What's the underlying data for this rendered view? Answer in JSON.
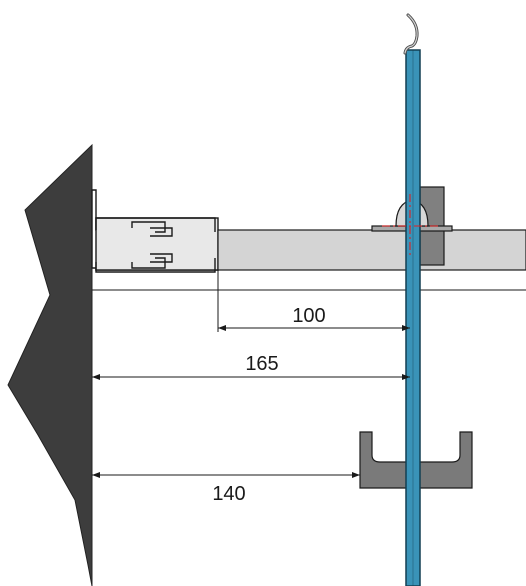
{
  "diagram": {
    "dimensions": [
      {
        "id": "dim-100",
        "label": "100"
      },
      {
        "id": "dim-165",
        "label": "165"
      },
      {
        "id": "dim-140",
        "label": "140"
      }
    ],
    "colors": {
      "wall": "#3d3d3d",
      "bar": "#d4d4d4",
      "bracket": "#7a7a7a",
      "glass": "#3a93b8",
      "glass_dark": "#123f52",
      "crosshair": "#e02020",
      "line": "#1a1a1a"
    }
  }
}
